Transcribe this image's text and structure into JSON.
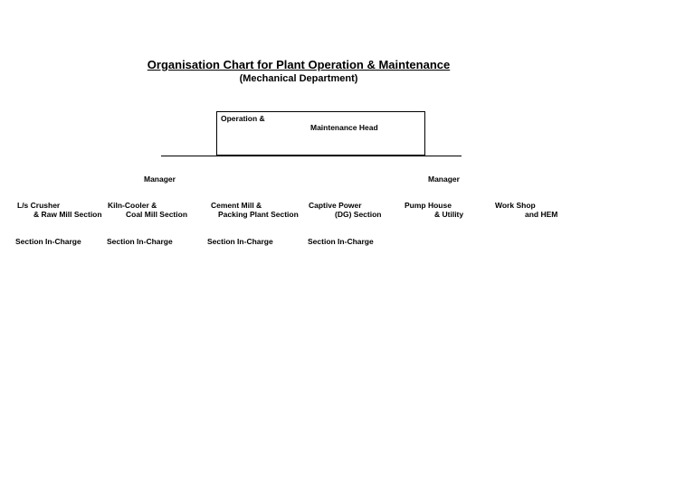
{
  "title": "Organisation Chart for Plant Operation & Maintenance",
  "subtitle": "(Mechanical Department)",
  "head": {
    "line1": "Operation &",
    "line2": "Maintenance Head"
  },
  "managers": [
    "Manager",
    "Manager"
  ],
  "sections": [
    {
      "line1": "L/s Crusher",
      "line2": "& Raw Mill Section"
    },
    {
      "line1": "Kiln-Cooler &",
      "line2": "Coal Mill Section"
    },
    {
      "line1": "Cement Mill &",
      "line2": "Packing Plant Section"
    },
    {
      "line1": "Captive Power",
      "line2": "(DG) Section"
    },
    {
      "line1": "Pump House",
      "line2": "& Utility"
    },
    {
      "line1": "Work Shop",
      "line2": "and HEM"
    }
  ],
  "incharges": [
    "Section In-Charge",
    "Section In-Charge",
    "Section In-Charge",
    "Section In-Charge"
  ]
}
